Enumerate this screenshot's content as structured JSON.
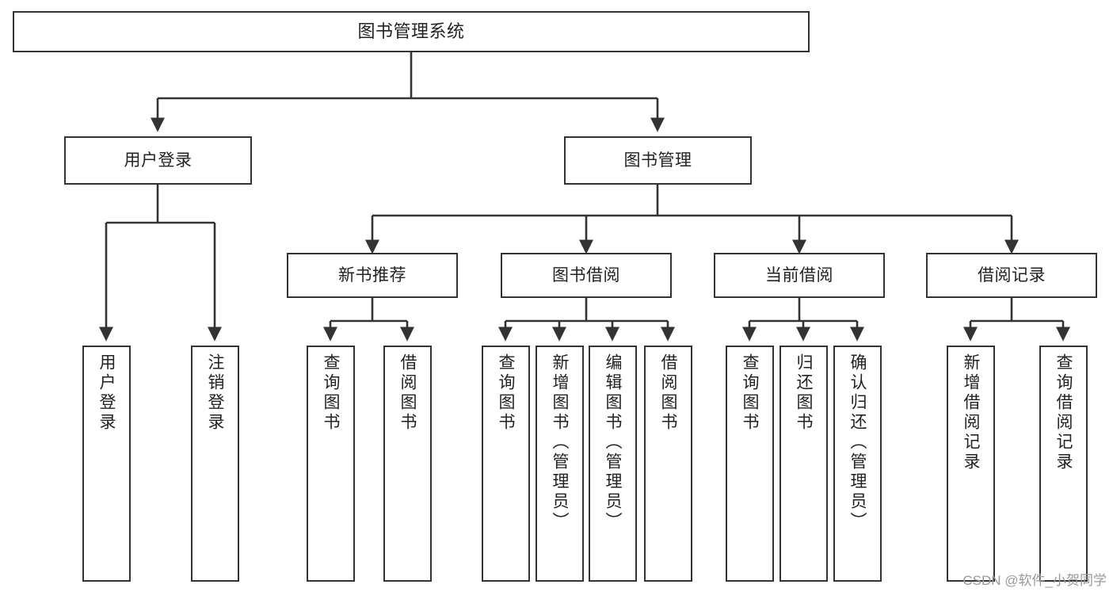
{
  "diagram": {
    "type": "tree-hierarchy",
    "title": "图书管理系统",
    "root": {
      "id": "root",
      "label": "图书管理系统"
    },
    "level2": [
      {
        "id": "user-login",
        "label": "用户登录"
      },
      {
        "id": "book-manage",
        "label": "图书管理"
      }
    ],
    "level3": [
      {
        "id": "new-book-rec",
        "label": "新书推荐",
        "parent": "book-manage"
      },
      {
        "id": "book-borrow",
        "label": "图书借阅",
        "parent": "book-manage"
      },
      {
        "id": "current-borrow",
        "label": "当前借阅",
        "parent": "book-manage"
      },
      {
        "id": "borrow-record",
        "label": "借阅记录",
        "parent": "book-manage"
      }
    ],
    "leaves": [
      {
        "id": "leaf-user-login",
        "label": "用户登录",
        "parent": "user-login"
      },
      {
        "id": "leaf-logout",
        "label": "注销登录",
        "parent": "user-login"
      },
      {
        "id": "leaf-query-book-1",
        "label": "查询图书",
        "parent": "new-book-rec"
      },
      {
        "id": "leaf-borrow-book-1",
        "label": "借阅图书",
        "parent": "new-book-rec"
      },
      {
        "id": "leaf-query-book-2",
        "label": "查询图书",
        "parent": "book-borrow"
      },
      {
        "id": "leaf-add-book",
        "label": "新增图书（管理员）",
        "parent": "book-borrow"
      },
      {
        "id": "leaf-edit-book",
        "label": "编辑图书（管理员）",
        "parent": "book-borrow"
      },
      {
        "id": "leaf-borrow-book-2",
        "label": "借阅图书",
        "parent": "book-borrow"
      },
      {
        "id": "leaf-query-book-3",
        "label": "查询图书",
        "parent": "current-borrow"
      },
      {
        "id": "leaf-return-book",
        "label": "归还图书",
        "parent": "current-borrow"
      },
      {
        "id": "leaf-confirm-return",
        "label": "确认归还（管理员）",
        "parent": "current-borrow"
      },
      {
        "id": "leaf-add-record",
        "label": "新增借阅记录",
        "parent": "borrow-record"
      },
      {
        "id": "leaf-query-record",
        "label": "查询借阅记录",
        "parent": "borrow-record"
      }
    ],
    "colors": {
      "box_border": "#333333",
      "box_fill": "#ffffff",
      "connector": "#333333",
      "text": "#222222",
      "watermark": "#9a9a9a"
    }
  },
  "watermark": {
    "text": "CSDN @软件_小贺同学"
  }
}
